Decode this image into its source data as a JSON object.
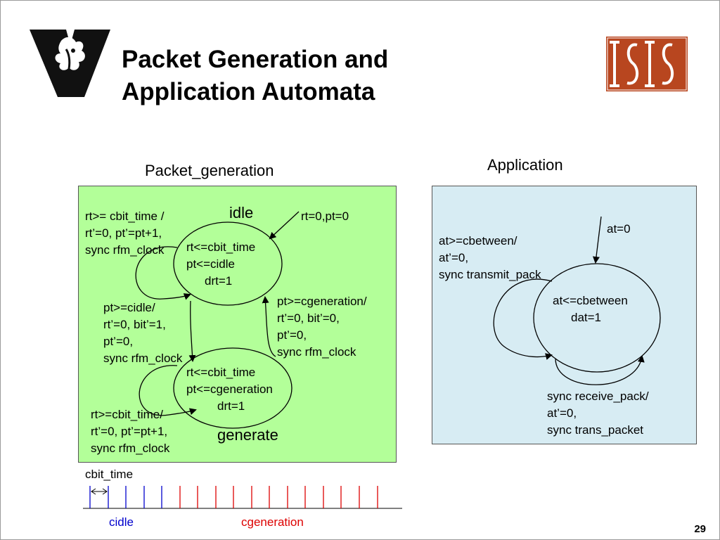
{
  "slide": {
    "title_line1": "Packet Generation and",
    "title_line2": "Application Automata",
    "page_number": "29",
    "logos": [
      "vanderbilt-v-logo",
      "isis-logo"
    ]
  },
  "packet_generation": {
    "heading": "Packet_generation",
    "idle_state": {
      "name": "idle",
      "invariant": [
        "rt<=cbit_time",
        "pt<=cidle",
        "drt=1"
      ]
    },
    "generate_state": {
      "name": "generate",
      "invariant": [
        "rt<=cbit_time",
        "pt<=cgeneration",
        "drt=1"
      ]
    },
    "init_label": "rt=0,pt=0",
    "idle_loop": [
      "rt>= cbit_time /",
      "rt’=0, pt’=pt+1,",
      "sync rfm_clock"
    ],
    "idle_to_generate": [
      "pt>=cidle/",
      "rt’=0, bit’=1,",
      "pt’=0,",
      "sync rfm_clock"
    ],
    "generate_to_idle": [
      "pt>=cgeneration/",
      "rt’=0, bit’=0,",
      "pt’=0,",
      "sync rfm_clock"
    ],
    "generate_loop": [
      "rt>=cbit_time/",
      "rt’=0, pt’=pt+1,",
      "sync rfm_clock"
    ]
  },
  "application": {
    "heading": "Application",
    "state": {
      "invariant": [
        "at<=cbetween",
        "dat=1"
      ]
    },
    "init_label": "at=0",
    "loop_left": [
      "at>=cbetween/",
      "at’=0,",
      "sync transmit_pack"
    ],
    "loop_bottom": [
      "sync receive_pack/",
      "at’=0,",
      "sync trans_packet"
    ]
  },
  "timeline": {
    "label": "cbit_time",
    "cidle_label": "cidle",
    "cgeneration_label": "cgeneration",
    "colors": {
      "cidle": "#0000cc",
      "cgeneration": "#dd0000"
    }
  }
}
